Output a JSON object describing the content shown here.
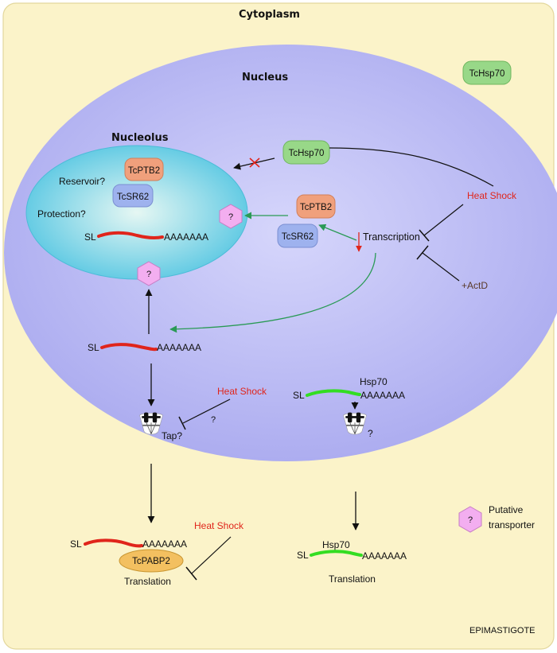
{
  "labels": {
    "cytoplasm": "Cytoplasm",
    "nucleus": "Nucleus",
    "nucleolus": "Nucleolus",
    "reservoir": "Reservoir?",
    "protection": "Protection?",
    "transcription": "Transcription",
    "actd": "+ActD",
    "heat_shock": "Heat Shock",
    "sl": "SL",
    "polya": "AAAAAAA",
    "hsp70": "Hsp70",
    "tap": "Tap?",
    "question": "?",
    "translation": "Translation",
    "putative": "Putative",
    "transporter": "transporter",
    "stage": "EPIMASTIGOTE"
  },
  "proteins": {
    "tcptb2": "TcPTB2",
    "tcsr62": "TcSR62",
    "tchsp70": "TcHsp70",
    "tcpabp2": "TcPABP2"
  },
  "colors": {
    "cytoplasm": "#fbf3c9",
    "nucleus": "#b3b3f2",
    "nucleolus": "#7fd3e6",
    "mrna_red": "#e0251b",
    "mrna_green": "#33dd22",
    "arrow_green": "#2a9a55",
    "ptb2": "#f0a07c",
    "sr62": "#9eb2ee",
    "hsp70_box": "#98d888",
    "pabp2": "#f3c060",
    "transporter": "#f3aef0"
  }
}
